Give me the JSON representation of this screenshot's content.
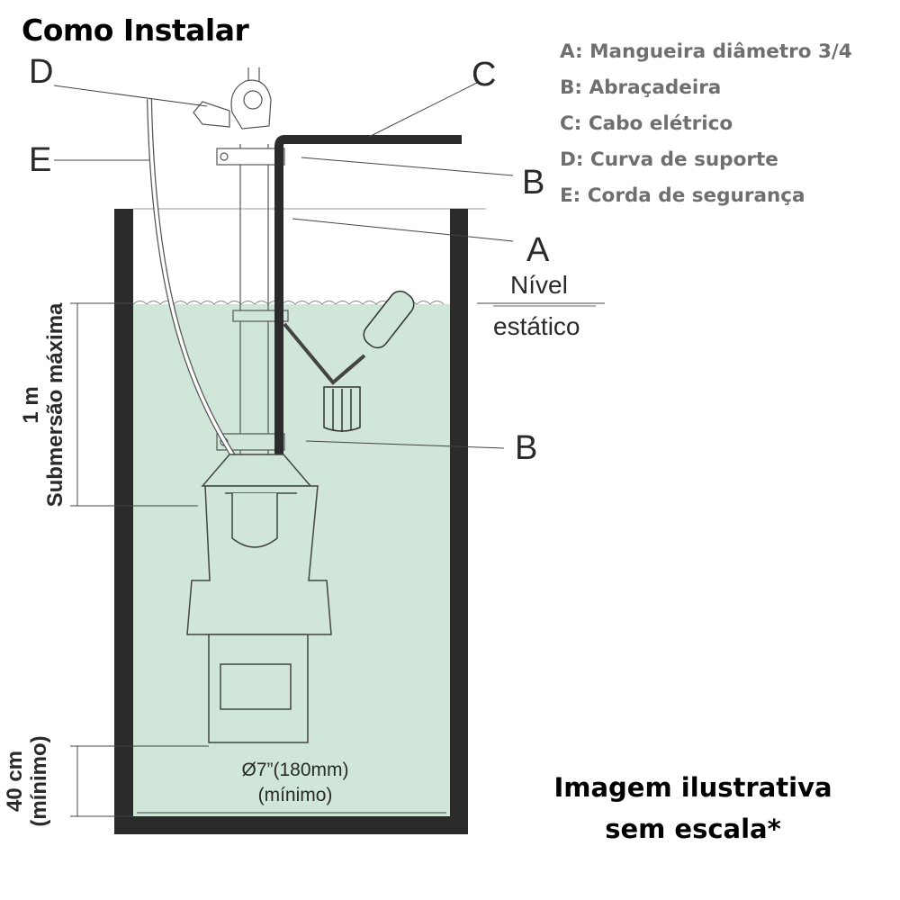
{
  "title": "Como Instalar",
  "legend": [
    "A: Mangueira diâmetro 3/4",
    "B: Abraçadeira",
    "C: Cabo elétrico",
    "D: Curva de suporte",
    "E: Corda de segurança"
  ],
  "labels": {
    "a": "A",
    "b1": "B",
    "b2": "B",
    "c": "C",
    "d": "D",
    "e": "E",
    "nivel_1": "Nível",
    "nivel_2": "estático",
    "sub_1": "1 m",
    "sub_2": "Submersão máxima",
    "min_1": "40 cm",
    "min_2": "(mínimo)",
    "diam_1": "Ø7”(180mm)",
    "diam_2": "(mínimo)"
  },
  "note": [
    "Imagem ilustrativa",
    "sem escala*"
  ],
  "colors": {
    "water": "#cfe6d8",
    "wall": "#2b2b2b",
    "legend": "#6f6f6f"
  }
}
